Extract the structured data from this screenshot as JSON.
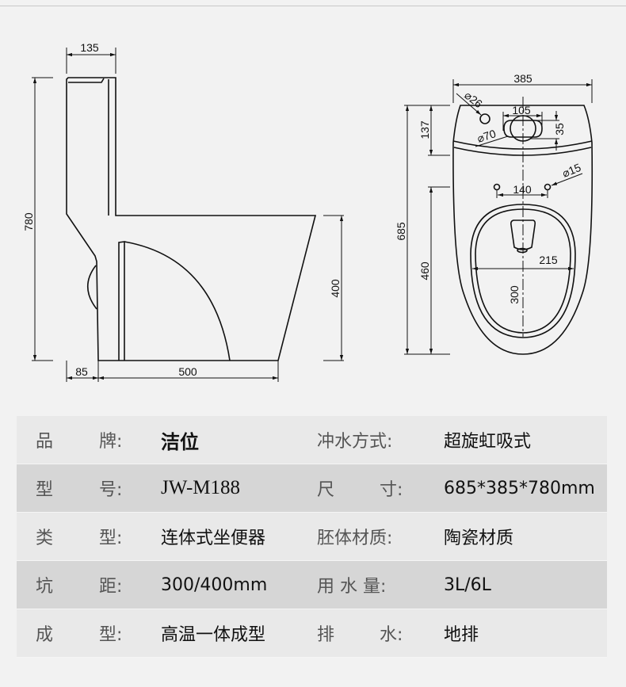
{
  "side_view": {
    "dims": {
      "tank_depth": "135",
      "total_height": "780",
      "seat_height": "400",
      "rear_offset": "85",
      "base_length": "500"
    }
  },
  "top_view": {
    "dims": {
      "width": "385",
      "inlet_dia": "⌀26",
      "button_span": "105",
      "button_dia": "⌀70",
      "button_height": "35",
      "tank_depth": "137",
      "total_length": "685",
      "bolt_dia": "⌀15",
      "bolt_spacing": "140",
      "bowl_width": "215",
      "rough_in": "300",
      "bowl_length": "460"
    }
  },
  "specs": [
    {
      "k1a": "品",
      "k1b": "牌:",
      "v1": "洁位",
      "k2a": "冲水方式:",
      "k2b": "",
      "v2": "超旋虹吸式"
    },
    {
      "k1a": "型",
      "k1b": "号:",
      "v1": "JW-M188",
      "k2a": "尺",
      "k2b": "寸:",
      "v2": "685*385*780mm"
    },
    {
      "k1a": "类",
      "k1b": "型:",
      "v1": "连体式坐便器",
      "k2a": "胚体材质:",
      "k2b": "",
      "v2": "陶瓷材质"
    },
    {
      "k1a": "坑",
      "k1b": "距:",
      "v1": "300/400mm",
      "k2a": "用 水 量:",
      "k2b": "",
      "v2": "3L/6L"
    },
    {
      "k1a": "成",
      "k1b": "型:",
      "v1": "高温一体成型",
      "k2a": "排",
      "k2b": "水:",
      "v2": "地排"
    }
  ]
}
